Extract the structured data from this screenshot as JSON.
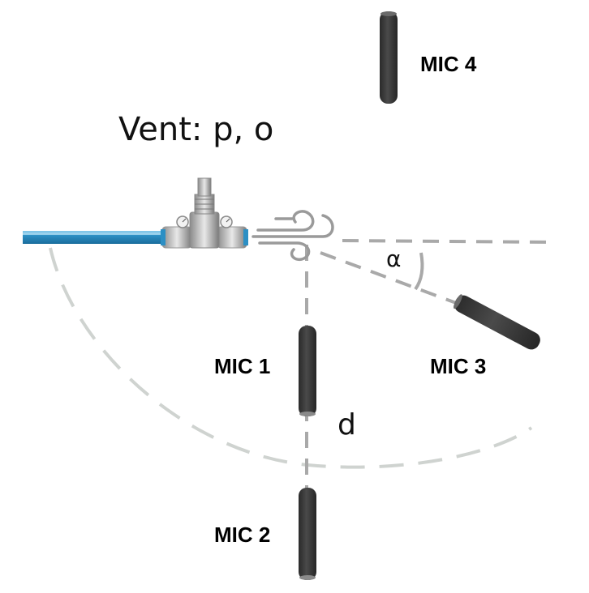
{
  "diagram": {
    "vent_label": "Vent: p, o",
    "angle_label": "α",
    "distance_label": "d",
    "mics": {
      "mic1": "MIC 1",
      "mic2": "MIC 2",
      "mic3": "MIC 3",
      "mic4": "MIC 4"
    },
    "colors": {
      "pipe": "#2c8fc4",
      "pipe_highlight": "#8fd0ef",
      "microphone": "#3a3a3a",
      "dashed_lines": "#a9a9a9",
      "arc": "#cfd3d0"
    },
    "icons": {
      "valve": "valve-icon",
      "wind": "wind-icon",
      "microphone": "microphone-icon"
    }
  }
}
